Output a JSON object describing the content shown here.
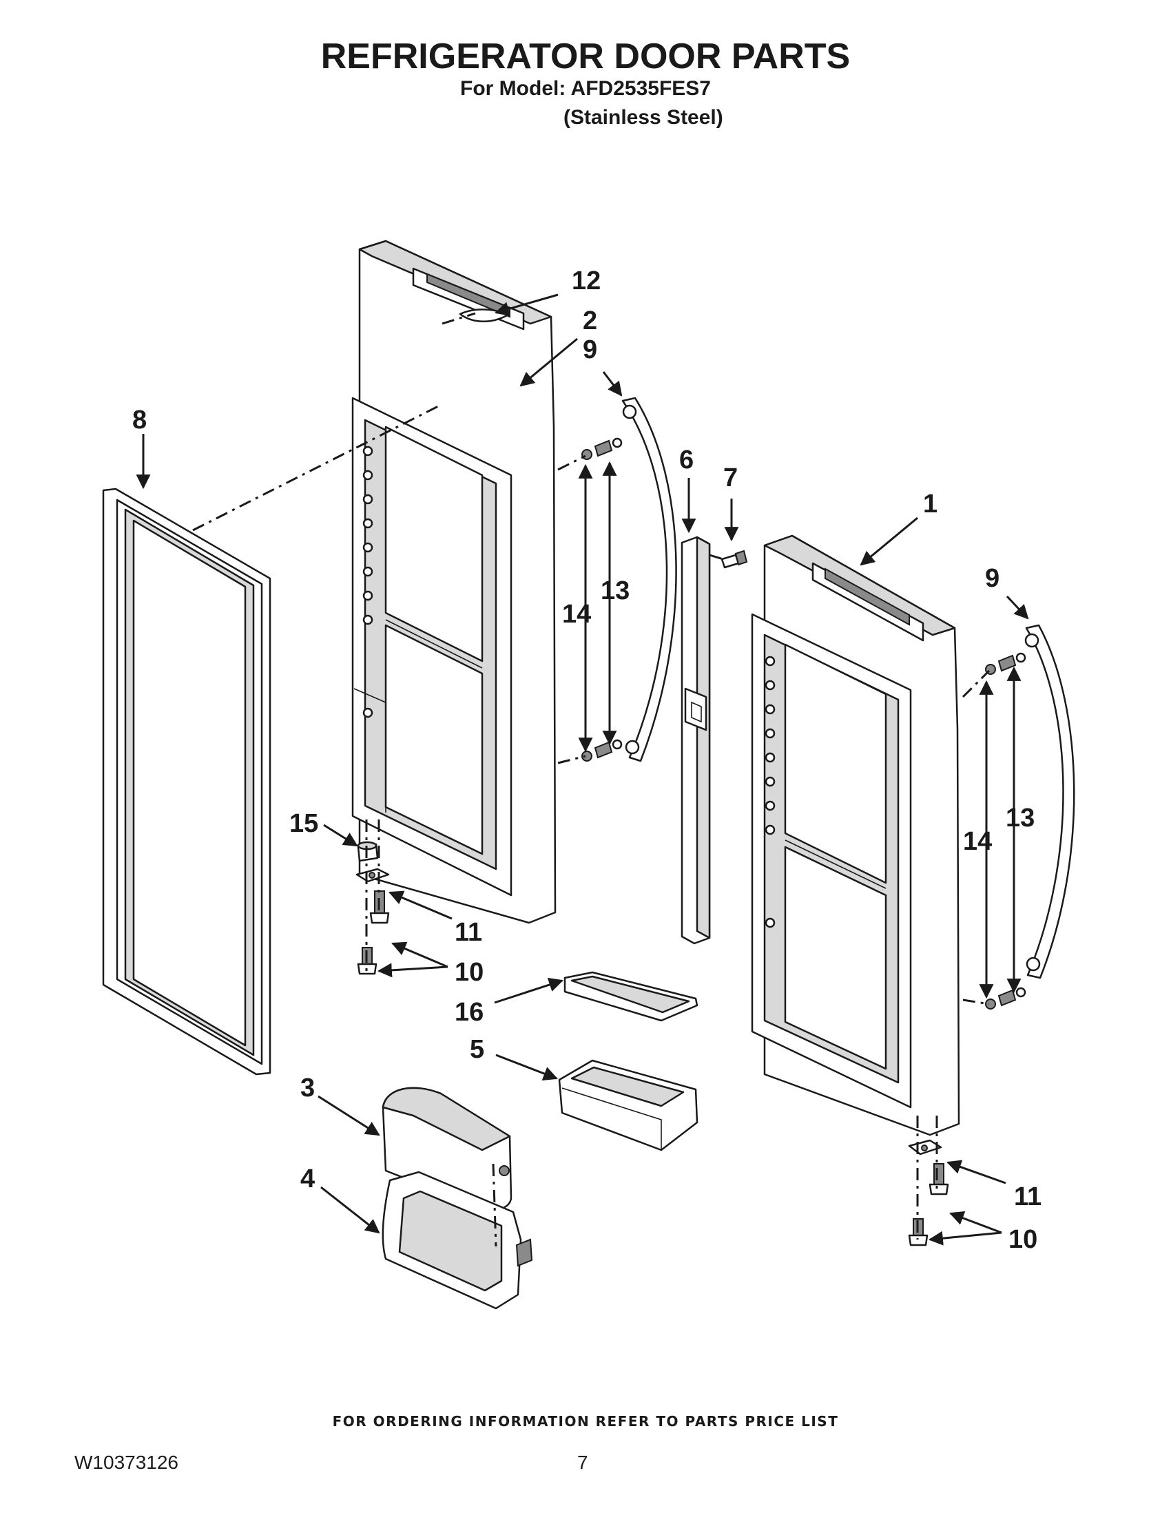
{
  "header": {
    "title": "REFRIGERATOR DOOR PARTS",
    "model_line": "For Model: AFD2535FES7",
    "finish_line": "(Stainless Steel)"
  },
  "callouts": {
    "c1": "1",
    "c2": "2",
    "c3": "3",
    "c4": "4",
    "c5": "5",
    "c6": "6",
    "c7": "7",
    "c8": "8",
    "c9a": "9",
    "c9b": "9",
    "c10a": "10",
    "c10b": "10",
    "c11a": "11",
    "c11b": "11",
    "c12": "12",
    "c13a": "13",
    "c13b": "13",
    "c14a": "14",
    "c14b": "14",
    "c15": "15",
    "c16": "16"
  },
  "footer": {
    "note": "FOR ORDERING INFORMATION REFER TO PARTS PRICE LIST",
    "doc_number": "W10373126",
    "page_number": "7"
  }
}
